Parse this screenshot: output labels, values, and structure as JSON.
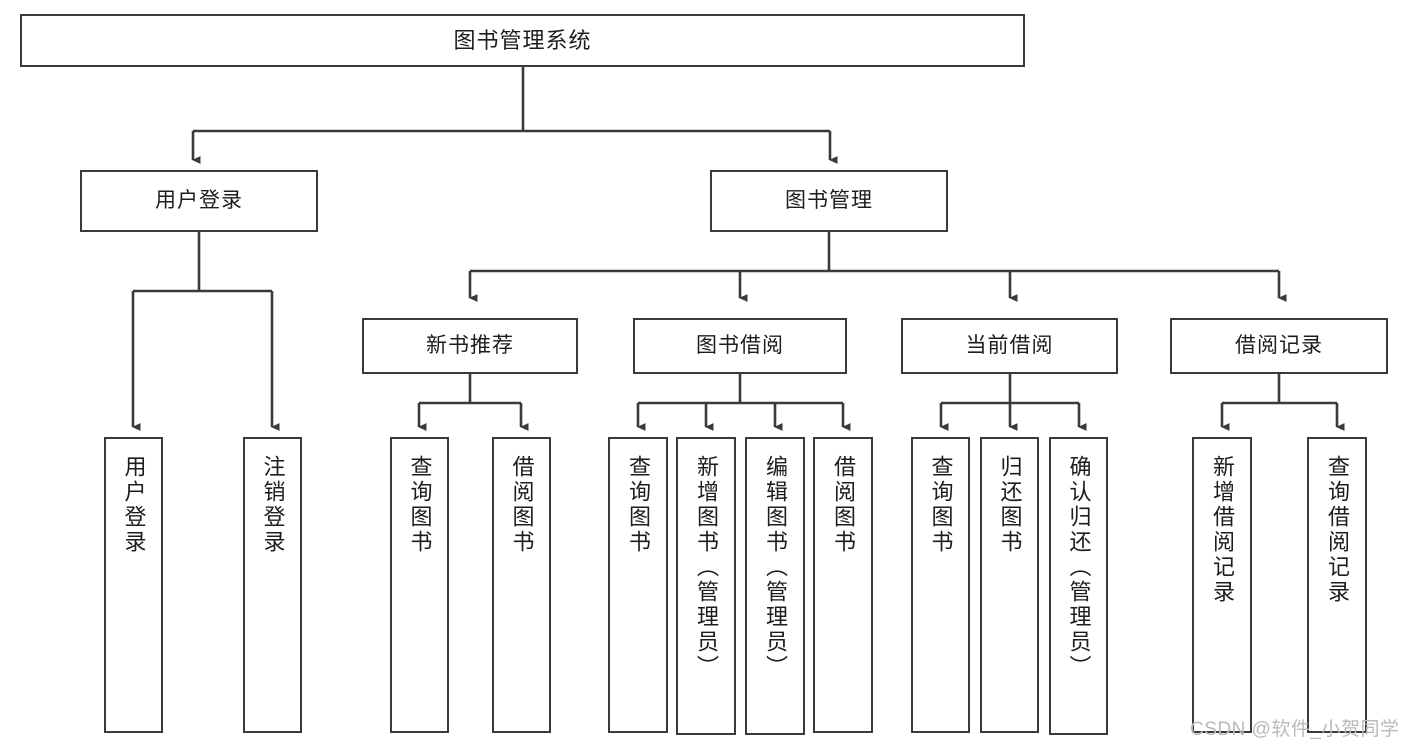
{
  "diagram": {
    "title": "图书管理系统",
    "type": "hierarchy-tree",
    "levels": 4,
    "nodes": {
      "root": {
        "label": "图书管理系统"
      },
      "level2": [
        {
          "id": "user-login",
          "label": "用户登录"
        },
        {
          "id": "book-manage",
          "label": "图书管理"
        }
      ],
      "level3": [
        {
          "id": "new-book-recommend",
          "label": "新书推荐"
        },
        {
          "id": "book-borrow",
          "label": "图书借阅"
        },
        {
          "id": "current-borrow",
          "label": "当前借阅"
        },
        {
          "id": "borrow-record",
          "label": "借阅记录"
        }
      ],
      "leaves": {
        "user-login": [
          {
            "id": "leaf-user-login",
            "label": "用户登录"
          },
          {
            "id": "leaf-logout-login",
            "label": "注销登录"
          }
        ],
        "new-book-recommend": [
          {
            "id": "leaf-query-book-1",
            "label": "查询图书"
          },
          {
            "id": "leaf-borrow-book-1",
            "label": "借阅图书"
          }
        ],
        "book-borrow": [
          {
            "id": "leaf-query-book-2",
            "label": "查询图书"
          },
          {
            "id": "leaf-add-book",
            "label": "新增图书（管理员）"
          },
          {
            "id": "leaf-edit-book",
            "label": "编辑图书（管理员）"
          },
          {
            "id": "leaf-borrow-book-2",
            "label": "借阅图书"
          }
        ],
        "current-borrow": [
          {
            "id": "leaf-query-book-3",
            "label": "查询图书"
          },
          {
            "id": "leaf-return-book",
            "label": "归还图书"
          },
          {
            "id": "leaf-confirm-return",
            "label": "确认归还（管理员）"
          }
        ],
        "borrow-record": [
          {
            "id": "leaf-add-record",
            "label": "新增借阅记录"
          },
          {
            "id": "leaf-query-record",
            "label": "查询借阅记录"
          }
        ]
      }
    }
  },
  "watermark": {
    "text": "CSDN @软件_小贺同学"
  },
  "colors": {
    "border": "#3a3a3a",
    "text": "#1d1d1d",
    "background": "#ffffff",
    "watermark": "#b9b9b9"
  }
}
